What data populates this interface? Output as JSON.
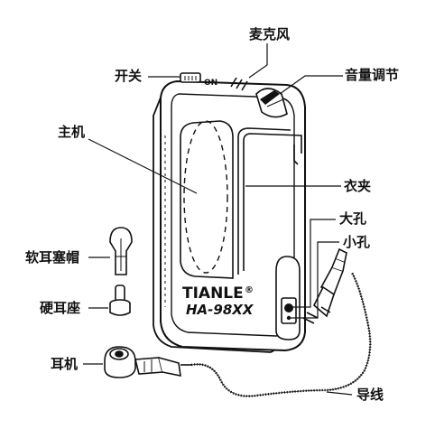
{
  "colors": {
    "ink": "#111111",
    "paper": "#ffffff",
    "shade": "#cfcfcf"
  },
  "device": {
    "brand": "TIANLE",
    "registered_mark": "®",
    "model": "HA-98XX",
    "switch_label": "ON"
  },
  "labels": {
    "microphone": "麦克风",
    "power_switch": "开关",
    "volume_control": "音量调节",
    "main_unit": "主机",
    "clothing_clip": "衣夹",
    "large_hole": "大孔",
    "small_hole": "小孔",
    "soft_ear_cap": "软耳塞帽",
    "hard_ear_base": "硬耳座",
    "earphone": "耳机",
    "cable": "导线"
  }
}
